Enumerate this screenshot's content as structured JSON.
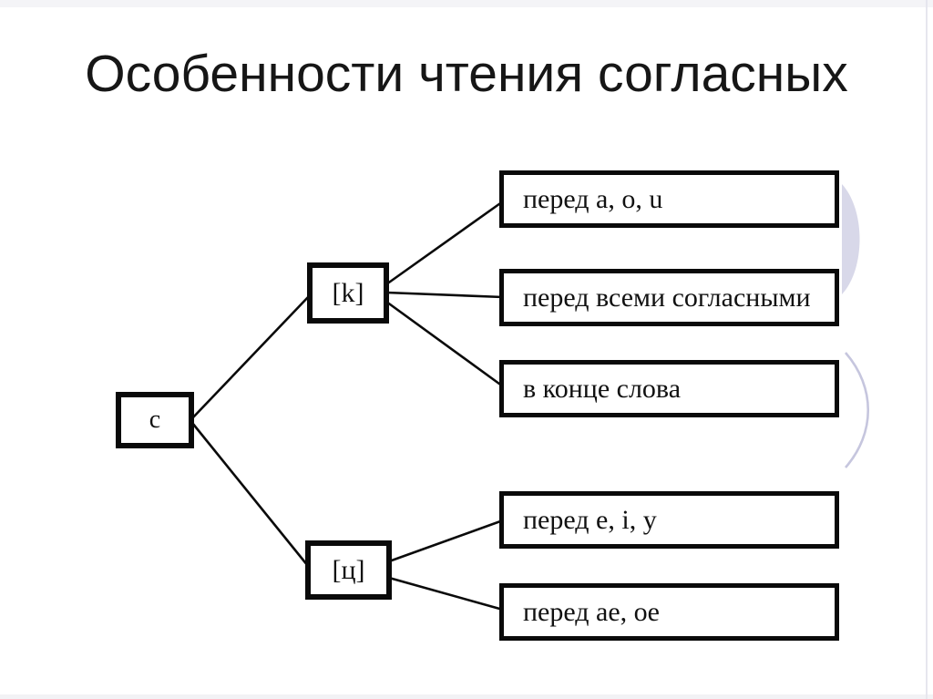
{
  "slide": {
    "title": "Особенности чтения согласных"
  },
  "diagram": {
    "root": {
      "label": "c"
    },
    "branches": [
      {
        "label": "[k]",
        "leaves": [
          "перед a, o, u",
          "перед всеми согласными",
          "в конце слова"
        ]
      },
      {
        "label": "[ц]",
        "leaves": [
          "перед e, i, y",
          "перед ae, oe"
        ]
      }
    ]
  },
  "decorations": {
    "half_disc": "lavender-half-disc",
    "arc": "lavender-arc",
    "accent_fill": "#d8d8e9",
    "accent_stroke": "#c6c6de",
    "line_color": "#0a0a0a"
  }
}
